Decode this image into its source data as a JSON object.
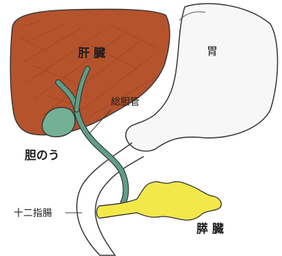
{
  "labels": {
    "liver": "肝 臓",
    "stomach": "胃",
    "common_bile_duct": "総胆管",
    "gallbladder": "胆のう",
    "duodenum": "十二指腸",
    "pancreas": "膵 臓"
  },
  "colors": {
    "liver": "#b5532d",
    "liver_shade": "#8e3a1f",
    "stomach": "#f7f7f7",
    "bile_duct": "#5e9e86",
    "gallbladder": "#74b096",
    "pancreas": "#f3e84a",
    "outline": "#3a3a3a",
    "text": "#1c1c1c"
  }
}
